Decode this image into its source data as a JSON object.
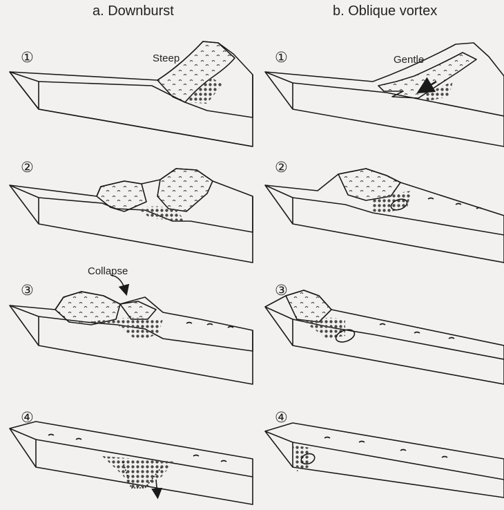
{
  "columns": [
    {
      "title": "a. Downburst"
    },
    {
      "title": "b. Oblique vortex"
    }
  ],
  "step_labels": [
    "①",
    "②",
    "③",
    "④"
  ],
  "annotations": {
    "steep": "Steep",
    "gentle": "Gentle",
    "collapse": "Collapse"
  },
  "colors": {
    "line": "#1a1a1a",
    "debris": "#5a5a5a",
    "background": "#f2f1ef"
  }
}
